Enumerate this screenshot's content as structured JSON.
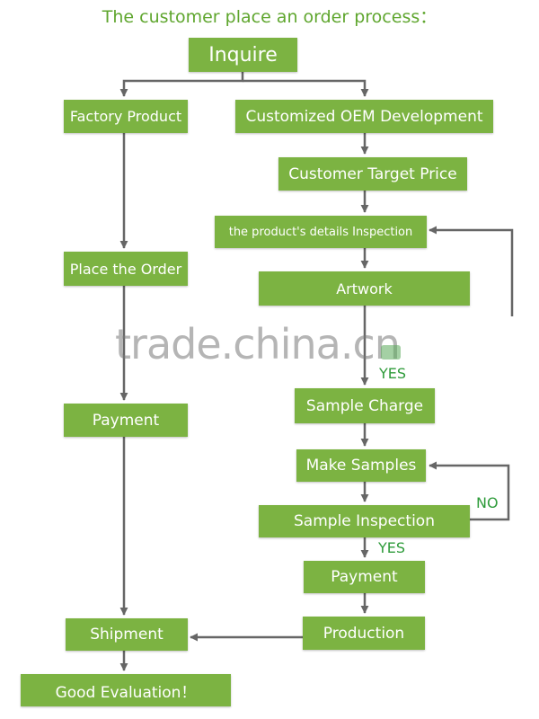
{
  "title": "The customer place an  order process：",
  "nodes": {
    "inquire": "Inquire",
    "factory_product": "Factory Product",
    "customized_oem": "Customized OEM Development",
    "target_price": "Customer Target Price",
    "details_inspection": "the product's details Inspection",
    "artwork": "Artwork",
    "place_order": "Place the Order",
    "payment_left": "Payment",
    "sample_charge": "Sample Charge",
    "make_samples": "Make Samples",
    "sample_inspection": "Sample Inspection",
    "payment_right": "Payment",
    "production": "Production",
    "shipment": "Shipment",
    "good_evaluation": "Good Evaluation！"
  },
  "labels": {
    "yes_1": "YES",
    "yes_2": "YES",
    "no": "NO"
  },
  "watermark": "trade.china.cn",
  "colors": {
    "box": "#7cb342",
    "title": "#5fa62e",
    "label": "#2e9b3a",
    "arrow": "#666666"
  }
}
